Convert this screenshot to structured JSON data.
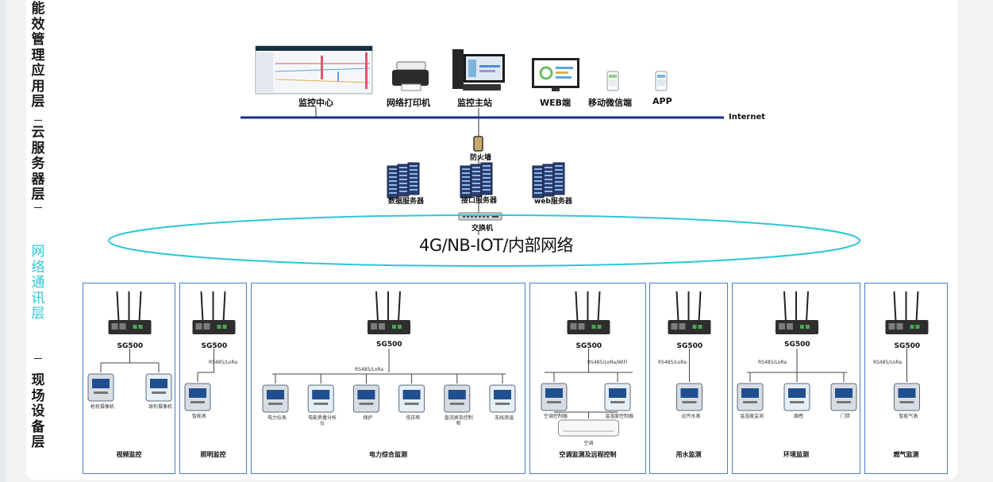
{
  "layers": {
    "app": "能效管理应用层",
    "cloud": "云服务器层",
    "network": "网络通讯层",
    "field": "现场设备层"
  },
  "app_layer": {
    "items": [
      "监控中心",
      "网络打印机",
      "监控主站",
      "WEB端",
      "移动微信端",
      "APP"
    ],
    "bus_label": "Internet"
  },
  "cloud_layer": {
    "firewall": "防火墙",
    "servers": [
      "数据服务器",
      "接口服务器",
      "web服务器"
    ],
    "switch": "交换机"
  },
  "network_layer": {
    "ellipse_label": "4G/NB-IOT/内部网络"
  },
  "field_layer": {
    "gateway": "SG500",
    "groups": [
      {
        "title": "视频监控",
        "bus": "",
        "devices": [
          "枪机摄像机",
          "球形摄像机"
        ]
      },
      {
        "title": "照明监控",
        "bus": "RS485/LoRa",
        "devices": [
          "智能表"
        ]
      },
      {
        "title": "电力综合监测",
        "bus": "RS485/LoRa",
        "devices": [
          "电力仪表",
          "电能质量分析仪",
          "保护",
          "低压柜",
          "直流屏及控制柜",
          "无线测温"
        ]
      },
      {
        "title": "空调监测及远程控制",
        "bus": "RS485/LoRa/WiFi",
        "devices": [
          "空调控制器",
          "温湿度控制器",
          "空调"
        ]
      },
      {
        "title": "用水监测",
        "bus": "RS485/LoRa",
        "devices": [
          "远传水表"
        ]
      },
      {
        "title": "环境监测",
        "bus": "RS485/LoRa",
        "devices": [
          "温湿度监测",
          "烟感",
          "门禁"
        ]
      },
      {
        "title": "燃气监测",
        "bus": "RS485/LoRa",
        "devices": [
          "智能气表"
        ]
      }
    ]
  },
  "colors": {
    "bus": "#1e2c8c",
    "ellipse": "#2ec6d6",
    "box": "#4a7fc6",
    "network_label": "#2ec6d6"
  }
}
